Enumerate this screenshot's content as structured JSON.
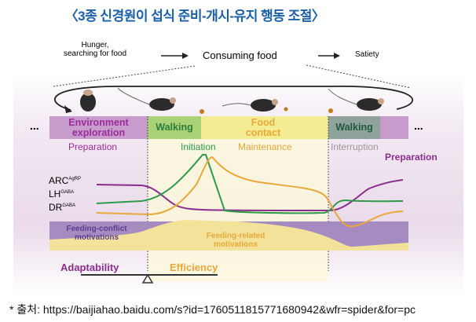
{
  "title": "〈3종 신경원이 섭식 준비-개시-유지 행동 조절〉",
  "top_flow": {
    "hunger": "Hunger,",
    "searching": "searching for food",
    "consuming": "Consuming food",
    "satiety": "Satiety"
  },
  "bars": {
    "ellipsis": "...",
    "environment": "Environment exploration",
    "walking1": "Walking",
    "food": "Food contact",
    "walking2": "Walking"
  },
  "phases": {
    "preparation": "Preparation",
    "initiation": "Initiation",
    "maintenance": "Maintenance",
    "interruption": "Interruption",
    "preparation2": "Preparation"
  },
  "traces": {
    "arc": "ARC",
    "arc_sup": "AgRP",
    "lh": "LH",
    "lh_sup": "GABA",
    "dr": "DR",
    "dr_sup": "GABA"
  },
  "motivations": {
    "conflict": "Feeding-conflict motivations",
    "related": "Feeding-related motivations"
  },
  "balance": {
    "adaptability": "Adaptability",
    "efficiency": "Efficiency"
  },
  "footnote": "* 출처: https://baijiahao.baidu.com/s?id=1760511815771680942&wfr=spider&for=pc",
  "colors": {
    "purple": "#8b2d8f",
    "green": "#2e9a4a",
    "orange": "#e8a83a",
    "band_purple": "#a58bc0",
    "band_yellow": "#f3e39a"
  }
}
